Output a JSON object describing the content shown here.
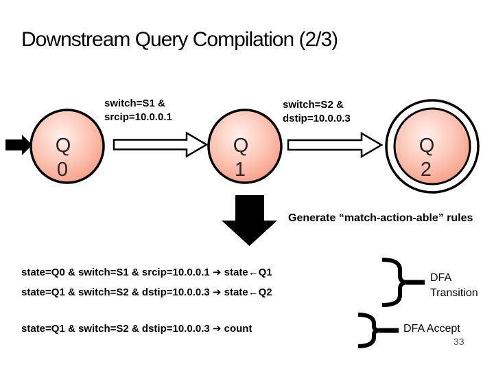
{
  "slide": {
    "title": "Downstream Query Compilation (2/3)",
    "page_number": "33"
  },
  "diagram": {
    "states": [
      {
        "id": "Q0",
        "line1": "Q",
        "line2": "0",
        "accepting": false
      },
      {
        "id": "Q1",
        "line1": "Q",
        "line2": "1",
        "accepting": false
      },
      {
        "id": "Q2",
        "line1": "Q",
        "line2": "2",
        "accepting": true
      }
    ],
    "transitions": [
      {
        "from": "Q0",
        "to": "Q1",
        "label_line1": "switch=S1 &",
        "label_line2": "srcip=10.0.0.1"
      },
      {
        "from": "Q1",
        "to": "Q2",
        "label_line1": "switch=S2 &",
        "label_line2": "dstip=10.0.0.3"
      }
    ],
    "colors": {
      "state_fill_center": "#fff0ec",
      "state_fill_mid": "#fcc6b6",
      "state_fill_edge": "#f5997f",
      "stroke": "#000000"
    }
  },
  "generate_caption": "Generate “match-action-able” rules",
  "rules": [
    {
      "text": "state=Q0 & switch=S1 & srcip=10.0.0.1 ➔ state←Q1",
      "group": "transition"
    },
    {
      "text": "state=Q1 & switch=S2 & dstip=10.0.0.3 ➔ state←Q2",
      "group": "transition"
    },
    {
      "text": "state=Q1 & switch=S2 & dstip=10.0.0.3 ➔ count",
      "group": "accept"
    }
  ],
  "annotations": {
    "transition_label_line1": "DFA",
    "transition_label_line2": "Transition",
    "accept_label": "DFA Accept"
  }
}
